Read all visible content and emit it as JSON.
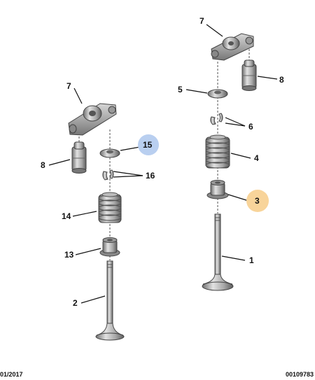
{
  "callouts": {
    "left_7": "7",
    "left_8": "8",
    "left_15": "15",
    "left_16": "16",
    "left_14": "14",
    "left_13": "13",
    "left_2": "2",
    "right_7": "7",
    "right_8": "8",
    "right_5": "5",
    "right_6": "6",
    "right_4": "4",
    "right_3": "3",
    "right_1": "1"
  },
  "highlights": {
    "blue": "#b9cff0",
    "orange": "#f8d49a"
  },
  "footer": {
    "date": "01/2017",
    "ref": "00109783"
  }
}
